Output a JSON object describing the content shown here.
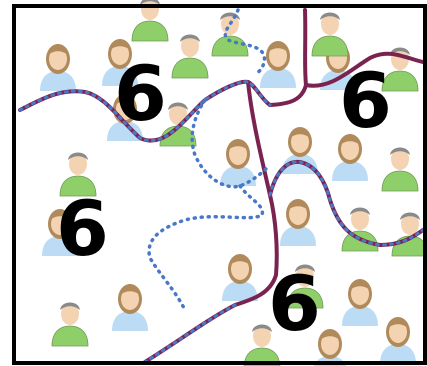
{
  "diagram": {
    "district_labels": [
      "6",
      "6",
      "6",
      "6"
    ],
    "colors": {
      "frame": "#000000",
      "solid_boundary": "#7a2350",
      "dotted_boundary": "#4a78c8",
      "person_green": "#8fcf6a",
      "person_blue": "#bcdcf5",
      "hair_brown": "#b08a5a",
      "hair_gray": "#8a8a8a",
      "skin": "#f3d3b2"
    },
    "people_icons": [
      {
        "type": "female",
        "shirt": "blue"
      },
      {
        "type": "female",
        "shirt": "blue"
      },
      {
        "type": "male",
        "shirt": "green"
      },
      {
        "type": "female",
        "shirt": "blue"
      },
      {
        "type": "female",
        "shirt": "blue"
      },
      {
        "type": "male",
        "shirt": "green"
      },
      {
        "type": "female",
        "shirt": "blue"
      },
      {
        "type": "male",
        "shirt": "green"
      },
      {
        "type": "female",
        "shirt": "blue"
      },
      {
        "type": "female",
        "shirt": "blue"
      },
      {
        "type": "female",
        "shirt": "blue"
      },
      {
        "type": "male",
        "shirt": "green"
      },
      {
        "type": "male",
        "shirt": "green"
      },
      {
        "type": "female",
        "shirt": "blue"
      },
      {
        "type": "female",
        "shirt": "blue"
      },
      {
        "type": "male",
        "shirt": "green"
      },
      {
        "type": "male",
        "shirt": "green"
      },
      {
        "type": "female",
        "shirt": "blue"
      },
      {
        "type": "male",
        "shirt": "green"
      },
      {
        "type": "female",
        "shirt": "blue"
      },
      {
        "type": "female",
        "shirt": "blue"
      },
      {
        "type": "male",
        "shirt": "green"
      },
      {
        "type": "male",
        "shirt": "green"
      },
      {
        "type": "female",
        "shirt": "blue"
      },
      {
        "type": "female",
        "shirt": "blue"
      },
      {
        "type": "male",
        "shirt": "green"
      },
      {
        "type": "male",
        "shirt": "green"
      },
      {
        "type": "male",
        "shirt": "green"
      }
    ]
  }
}
